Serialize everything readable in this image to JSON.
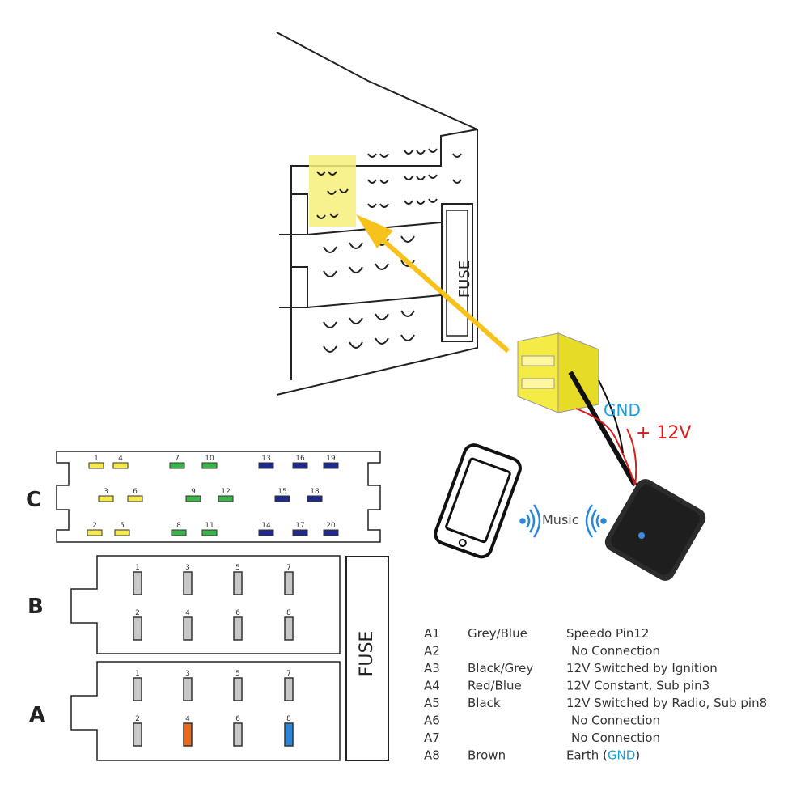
{
  "callouts": {
    "gnd": "GND",
    "plus12": "+ 12V",
    "music": "Music",
    "fuse_top": "FUSE",
    "fuse_bottom": "FUSE"
  },
  "colors": {
    "yellow": "#f6e94a",
    "green": "#3bb54a",
    "navy": "#1f2a8a",
    "grey": "#c8c8c8",
    "orange": "#e86a1a",
    "blue": "#2a86d9",
    "gnd_text": "#1a9ee0",
    "plus12_text": "#d81c1c",
    "red_text": "#e01b1b",
    "arrow": "#f6c21b"
  },
  "connectors": {
    "C": {
      "label": "C",
      "pins": [
        {
          "n": "1",
          "color": "yellow"
        },
        {
          "n": "4",
          "color": "yellow"
        },
        {
          "n": "7",
          "color": "green"
        },
        {
          "n": "10",
          "color": "green"
        },
        {
          "n": "13",
          "color": "navy"
        },
        {
          "n": "16",
          "color": "navy"
        },
        {
          "n": "19",
          "color": "navy"
        },
        {
          "n": "3",
          "color": "yellow"
        },
        {
          "n": "6",
          "color": "yellow"
        },
        {
          "n": "9",
          "color": "green"
        },
        {
          "n": "12",
          "color": "green"
        },
        {
          "n": "15",
          "color": "navy"
        },
        {
          "n": "18",
          "color": "navy"
        },
        {
          "n": "2",
          "color": "yellow"
        },
        {
          "n": "5",
          "color": "yellow"
        },
        {
          "n": "8",
          "color": "green"
        },
        {
          "n": "11",
          "color": "green"
        },
        {
          "n": "14",
          "color": "navy"
        },
        {
          "n": "17",
          "color": "navy"
        },
        {
          "n": "20",
          "color": "navy"
        }
      ]
    },
    "B": {
      "label": "B",
      "pins": [
        {
          "n": "1",
          "color": "grey"
        },
        {
          "n": "3",
          "color": "grey"
        },
        {
          "n": "5",
          "color": "grey"
        },
        {
          "n": "7",
          "color": "grey"
        },
        {
          "n": "2",
          "color": "grey"
        },
        {
          "n": "4",
          "color": "grey"
        },
        {
          "n": "6",
          "color": "grey"
        },
        {
          "n": "8",
          "color": "grey"
        }
      ]
    },
    "A": {
      "label": "A",
      "pins": [
        {
          "n": "1",
          "color": "grey"
        },
        {
          "n": "3",
          "color": "grey"
        },
        {
          "n": "5",
          "color": "grey"
        },
        {
          "n": "7",
          "color": "grey"
        },
        {
          "n": "2",
          "color": "grey"
        },
        {
          "n": "4",
          "color": "orange"
        },
        {
          "n": "6",
          "color": "grey"
        },
        {
          "n": "8",
          "color": "blue"
        }
      ]
    }
  },
  "pin_table": [
    {
      "pin": "A1",
      "wire": "Grey/Blue",
      "function": "Speedo Pin12",
      "highlight": ""
    },
    {
      "pin": "A2",
      "wire": "",
      "function": "No Connection",
      "highlight": ""
    },
    {
      "pin": "A3",
      "wire": "Black/Grey",
      "function": "12V Switched by Ignition",
      "highlight": ""
    },
    {
      "pin": "A4",
      "wire": "Red/Blue",
      "function": "12V Constant, Sub pin3",
      "highlight": "red"
    },
    {
      "pin": "A5",
      "wire": "Black",
      "function": "12V Switched by Radio, Sub pin8",
      "highlight": ""
    },
    {
      "pin": "A6",
      "wire": "",
      "function": "No Connection",
      "highlight": ""
    },
    {
      "pin": "A7",
      "wire": "",
      "function": "No Connection",
      "highlight": ""
    },
    {
      "pin": "A8",
      "wire": "Brown",
      "function_pre": "Earth (",
      "function_hl": "GND",
      "function_post": ")",
      "highlight": "gnd"
    }
  ]
}
